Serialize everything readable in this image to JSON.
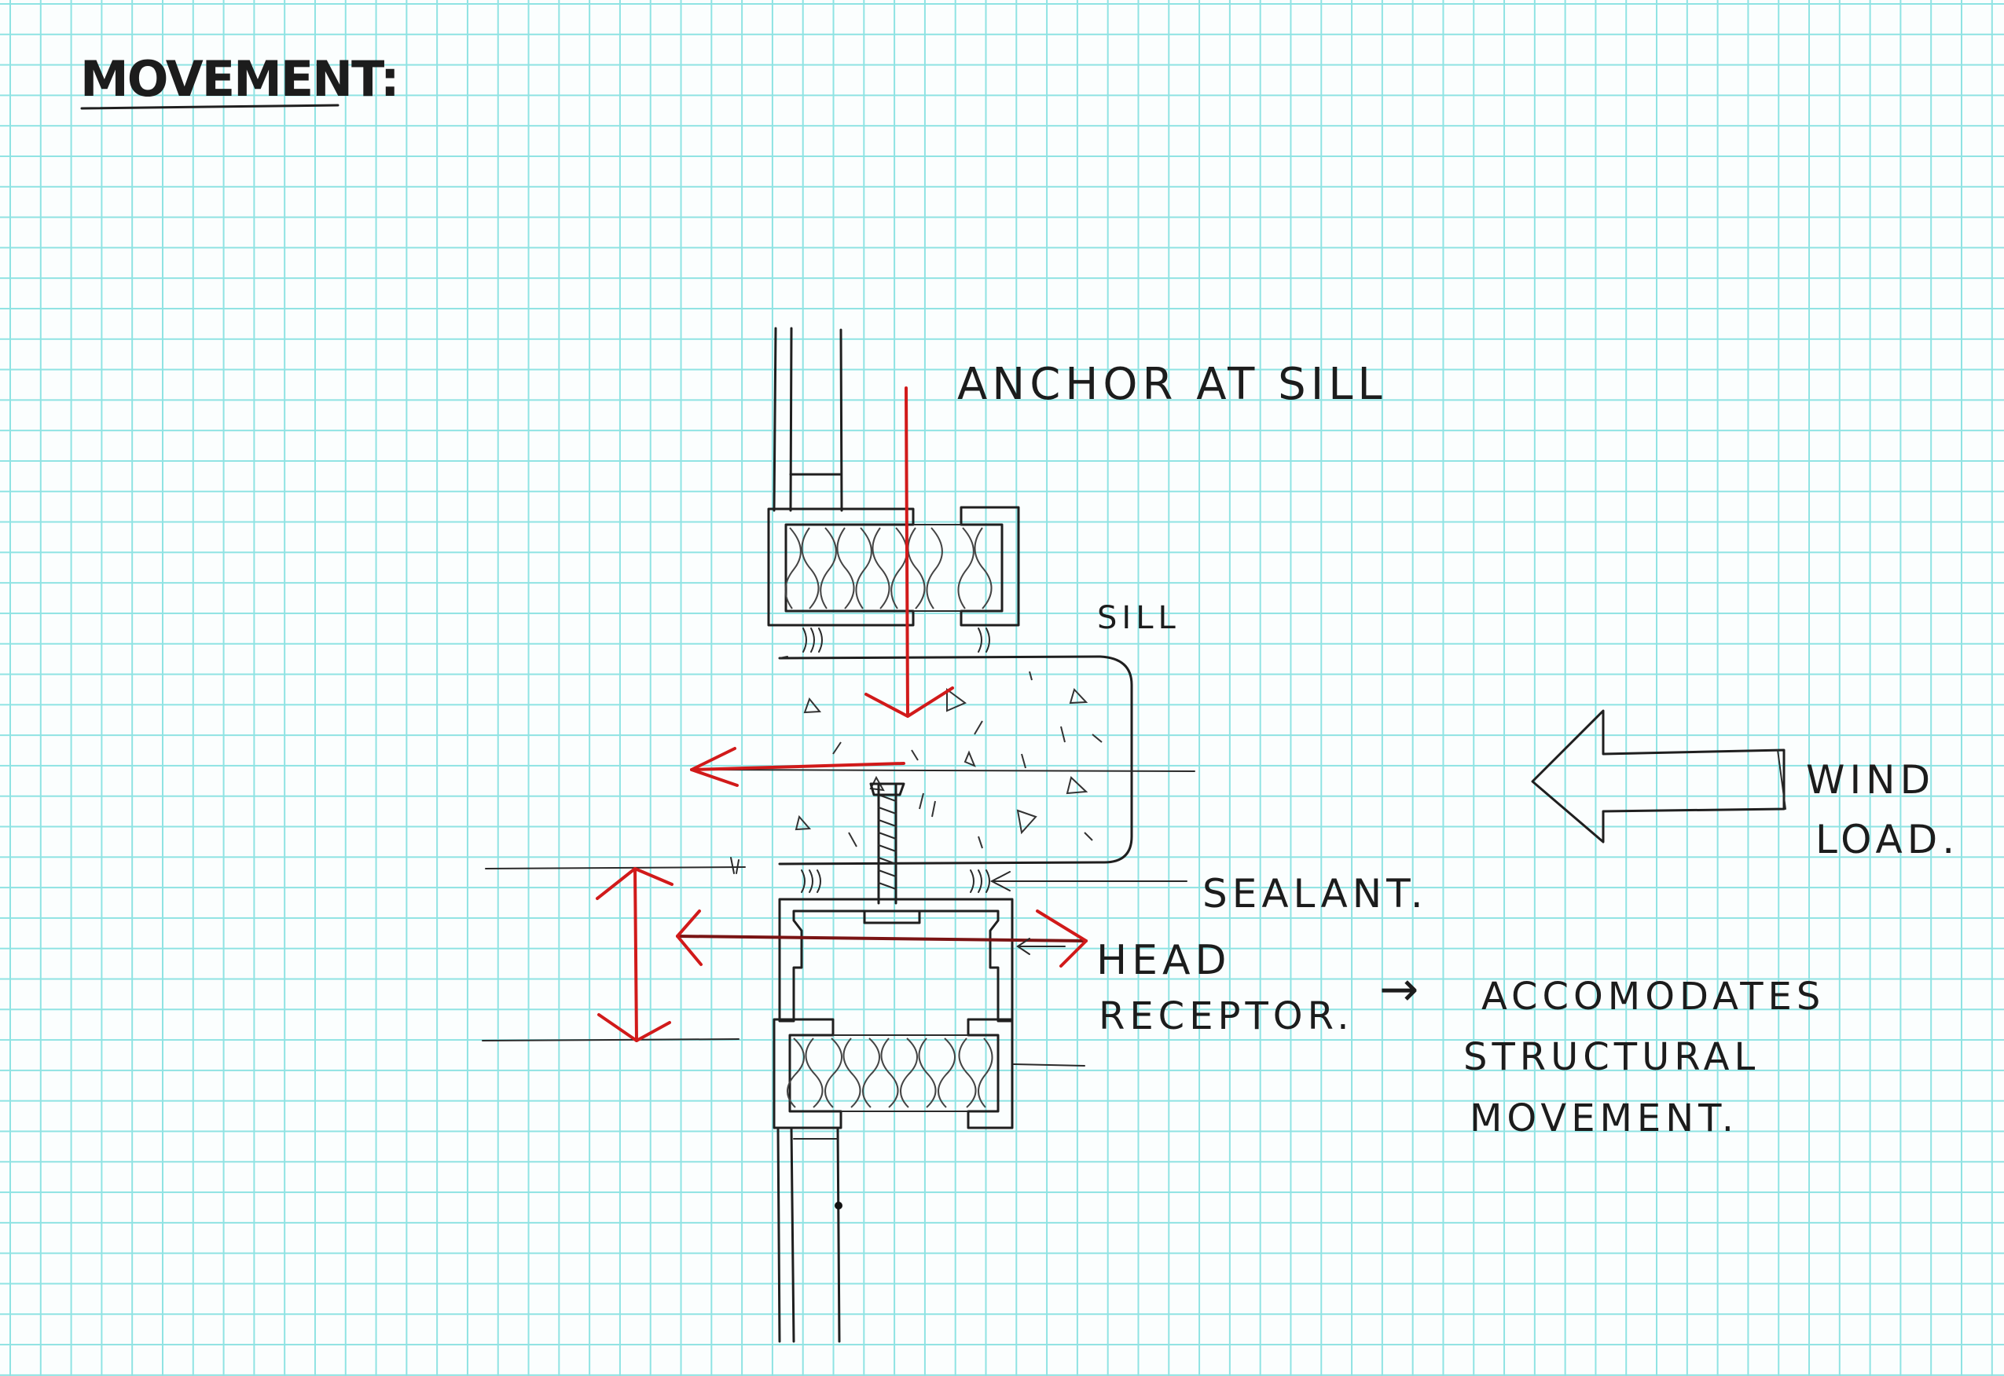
{
  "title": "MOVEMENT:",
  "labels": {
    "anchor": "ANCHOR AT SILL",
    "sill": "SILL",
    "wind_line1": "WIND",
    "wind_line2": "LOAD.",
    "sealant": "SEALANT.",
    "head_line1": "HEAD",
    "head_line2": "RECEPTOR.",
    "arrow": "→",
    "note_line1": "ACCOMODATES",
    "note_line2": "STRUCTURAL",
    "note_line3": "MOVEMENT."
  },
  "colors": {
    "paper": "#fbfefe",
    "grid": "#8fe3e3",
    "ink": "#1f1f1f",
    "red_marker": "#d11a1a"
  }
}
